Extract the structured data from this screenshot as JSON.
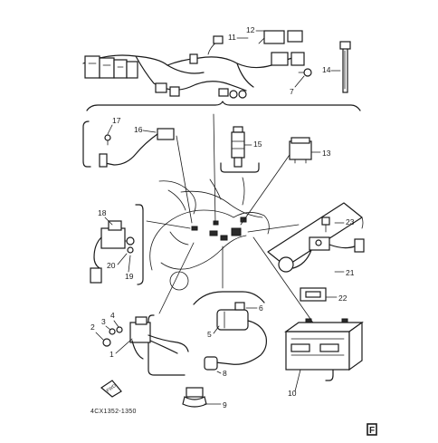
{
  "diagram": {
    "drawing_code": "4CX1352-1350",
    "corner_mark": "F",
    "callouts": [
      "1",
      "2",
      "3",
      "4",
      "5",
      "6",
      "7",
      "8",
      "9",
      "10",
      "11",
      "12",
      "13",
      "14",
      "15",
      "16",
      "17",
      "18",
      "19",
      "20",
      "21",
      "22",
      "23"
    ],
    "part_icon_names": {
      "wire-harness": "wire-harness-icon",
      "band": "band-icon",
      "ignition-coil": "ignition-coil-icon",
      "spark-plug-cap": "spark-plug-cap-icon",
      "battery": "battery-icon",
      "relay": "relay-icon",
      "flasher": "flasher-relay-icon",
      "sensor-unit": "sensor-unit-icon",
      "starter-relay": "starter-relay-icon",
      "fuel-sender": "fuel-sender-icon",
      "switch": "switch-icon",
      "scooter": "scooter-frame-icon"
    }
  }
}
